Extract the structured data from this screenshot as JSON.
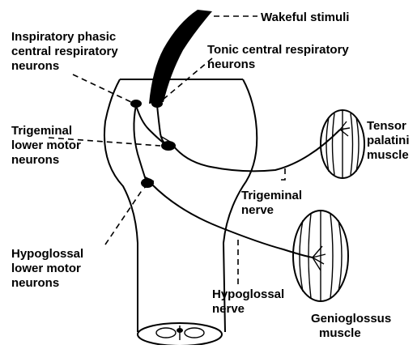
{
  "labels": {
    "wakeful_stimuli": "Wakeful stimuli",
    "inspiratory_1": "Inspiratory phasic",
    "inspiratory_2": "central respiratory",
    "inspiratory_3": "neurons",
    "tonic_1": "Tonic central respiratory",
    "tonic_2": "neurons",
    "trigeminal_lmn_1": "Trigeminal",
    "trigeminal_lmn_2": "lower motor",
    "trigeminal_lmn_3": "neurons",
    "tensor_1": "Tensor",
    "tensor_2": "palatini",
    "tensor_3": "muscle",
    "trigeminal_nerve_1": "Trigeminal",
    "trigeminal_nerve_2": "nerve",
    "hypoglossal_lmn_1": "Hypoglossal",
    "hypoglossal_lmn_2": "lower motor",
    "hypoglossal_lmn_3": "neurons",
    "hypoglossal_nerve_1": "Hypoglossal",
    "hypoglossal_nerve_2": "nerve",
    "genioglossus_1": "Genioglossus",
    "genioglossus_2": "muscle"
  }
}
